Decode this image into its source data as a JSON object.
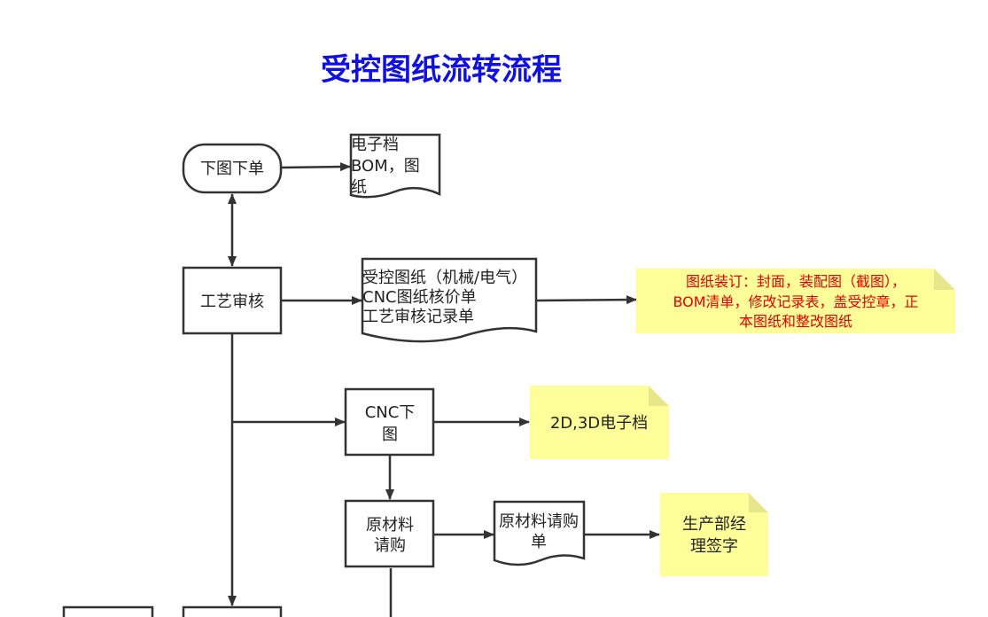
{
  "title": "受控图纸流转流程",
  "nodes": {
    "xiatu_xiadan": "下图下单",
    "gongyi_shenhe": "工艺审核",
    "cnc_xiatu": [
      "CNC下",
      "图"
    ],
    "yuancailiao_qinggou": [
      "原材料",
      "请购"
    ]
  },
  "documents": {
    "dianzidang": [
      "电子档",
      "BOM，图",
      "纸"
    ],
    "shoukong_tuzhi": [
      "受控图纸（机械/电气）",
      "CNC图纸核价单",
      "工艺审核记录单"
    ],
    "qinggou_dan": [
      "原材料请购",
      "单"
    ]
  },
  "notes": {
    "tuzhi_zhuangding": [
      "图纸装订：封面，装配图（截图），",
      "BOM清单，修改记录表，盖受控章，正",
      "本图纸和整改图纸"
    ],
    "dianzidang_2d3d": "2D,3D电子档",
    "jingli_qianzi": [
      "生产部经",
      "理签字"
    ]
  },
  "colors": {
    "title": "#1010e0",
    "note_fill": "#ffff99",
    "note_text_red": "#e00000",
    "stroke": "#333333"
  }
}
